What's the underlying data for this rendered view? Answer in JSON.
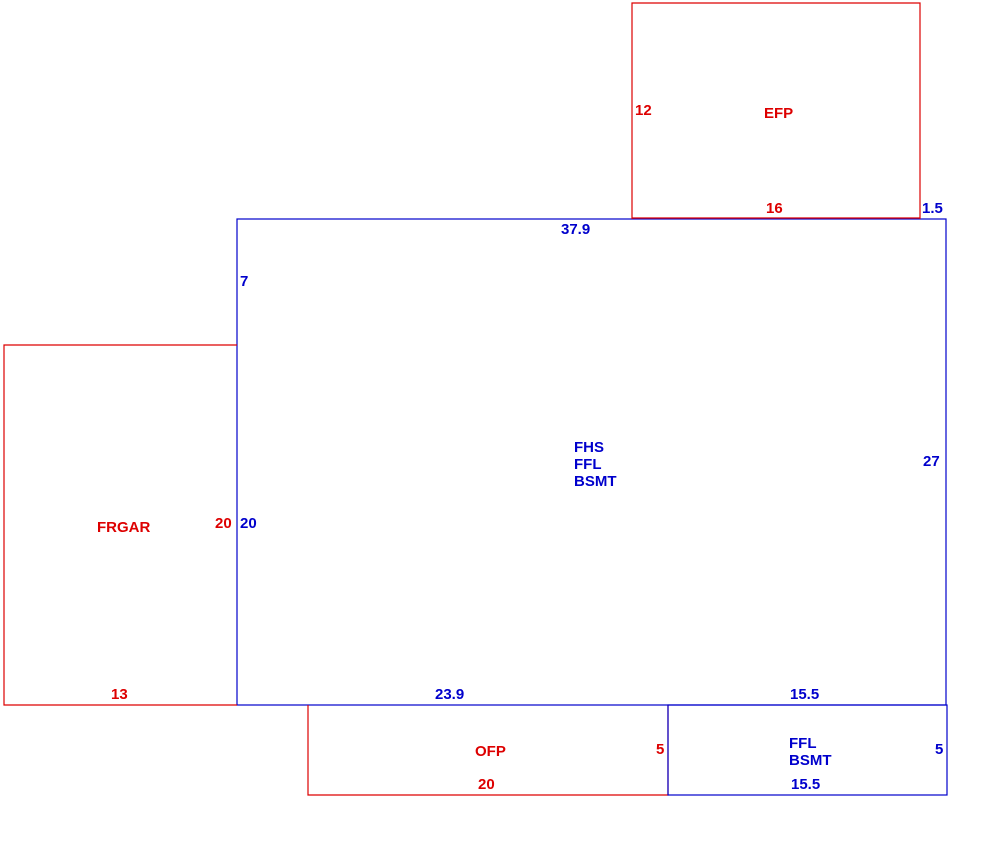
{
  "colors": {
    "living": "#0000cc",
    "addition": "#dd0000",
    "background": "#ffffff"
  },
  "areas": {
    "main": {
      "lines": [
        "FHS",
        "FFL",
        "BSMT"
      ],
      "color": "living"
    },
    "efp": {
      "lines": [
        "EFP"
      ],
      "color": "addition"
    },
    "frgar": {
      "lines": [
        "FRGAR"
      ],
      "color": "addition"
    },
    "ofp": {
      "lines": [
        "OFP"
      ],
      "color": "addition"
    },
    "ext": {
      "lines": [
        "FFL",
        "BSMT"
      ],
      "color": "living"
    }
  },
  "dimensions": {
    "main_top": "37.9",
    "main_left_upper": "7",
    "main_left_lower": "20",
    "main_right": "27",
    "main_bottom_left": "23.9",
    "main_bottom_right": "15.5",
    "main_offset_top_right": "1.5",
    "efp_left": "12",
    "efp_bottom": "16",
    "frgar_right": "20",
    "frgar_bottom": "13",
    "ofp_right": "5",
    "ofp_bottom": "20",
    "ext_right": "5",
    "ext_bottom": "15.5"
  }
}
